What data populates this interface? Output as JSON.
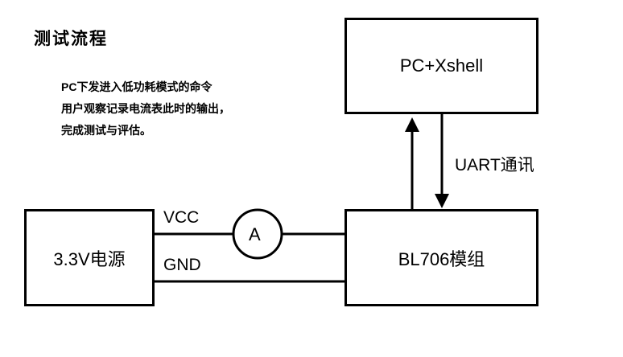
{
  "title": "测试流程",
  "description": {
    "line1_prefix": "PC",
    "line1_rest": "下发进入低功耗模式的命令",
    "line2": "用户观察记录电流表此时的输出，",
    "line3": "完成测试与评估。"
  },
  "nodes": {
    "pc": "PC+Xshell",
    "module": "BL706模组",
    "power": "3.3V电源",
    "ammeter": "A"
  },
  "edges": {
    "uart": "UART通讯",
    "vcc": "VCC",
    "gnd": "GND"
  }
}
